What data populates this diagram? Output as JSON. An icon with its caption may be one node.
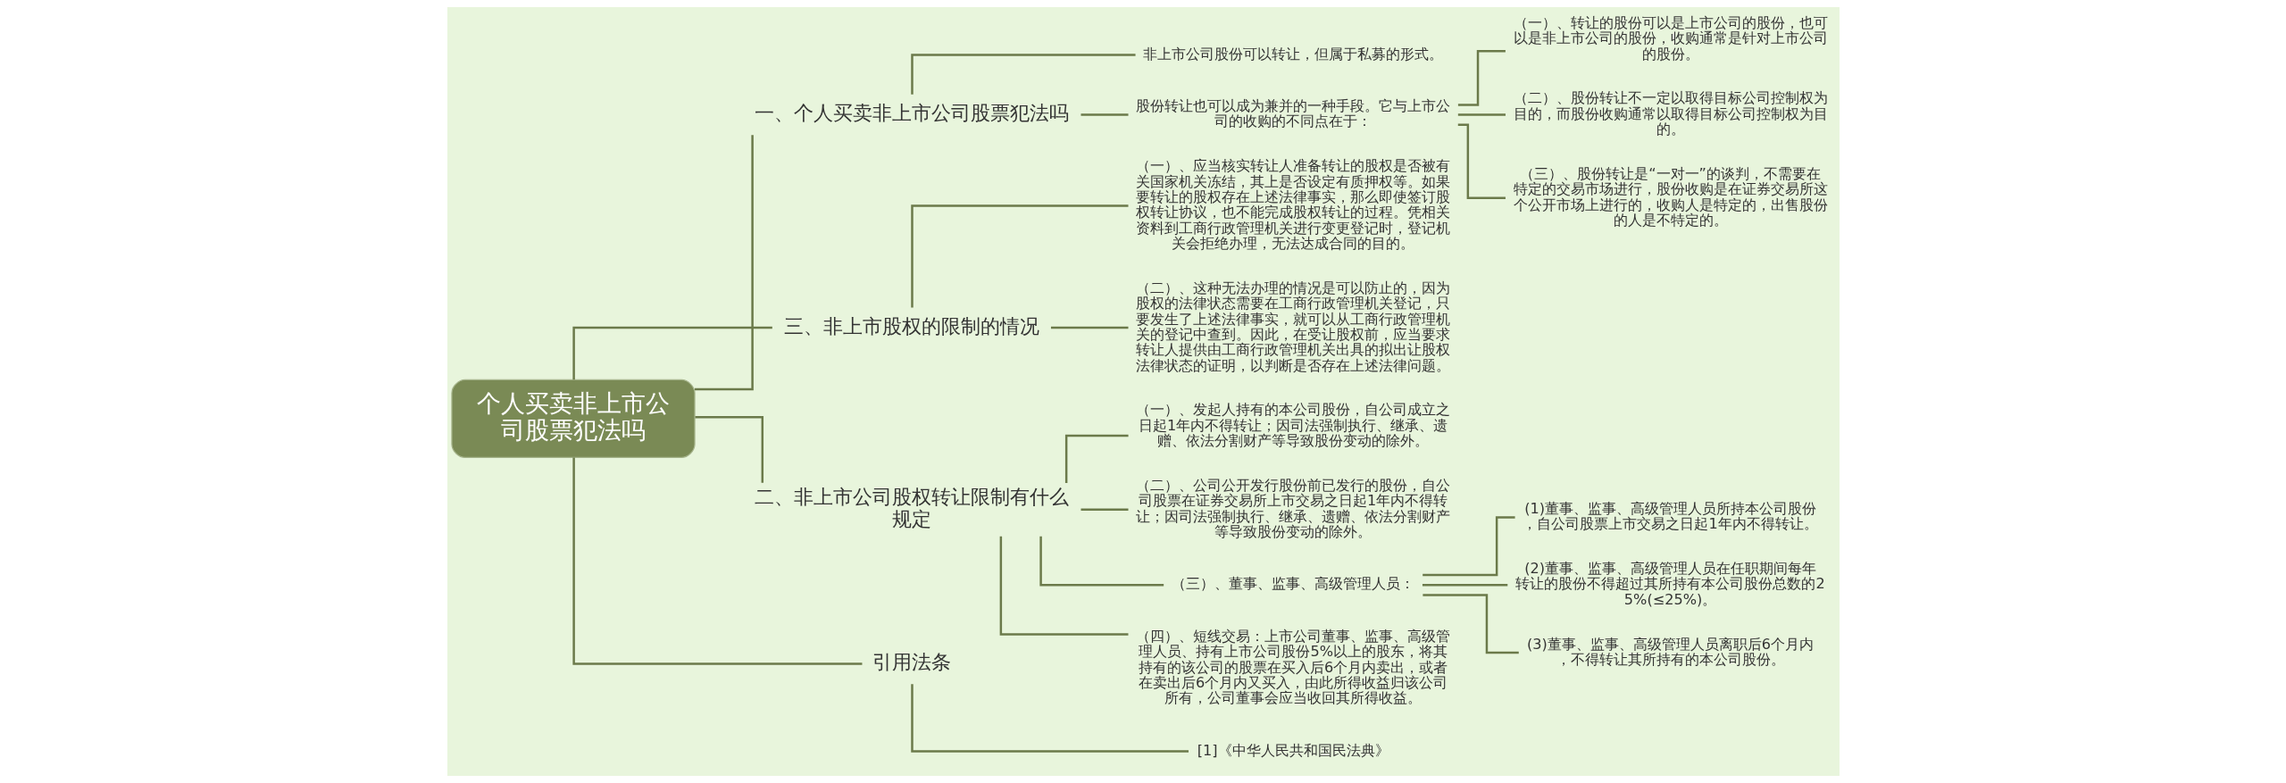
{
  "diagram": {
    "nodes": [
      {
        "text": [
          "个人买卖非上市公司股票犯法吗"
        ]
      },
      {
        "text": [
          "一、个人买卖非上市公司股票犯法吗"
        ]
      },
      {
        "text": [
          "非上市公司股份可以转让，但属于私募的形式。"
        ]
      },
      {
        "text": [
          "股份转让也可以成为兼并的一种手段。它与上市公司的收购的不同点在于："
        ]
      },
      {
        "text": [
          "（一）、转让的股份可以是上市公司的股份，也可以是非上市公司的股份，收购通常是针对上市公司的股份。"
        ]
      },
      {
        "text": [
          "（二）、股份转让不一定以取得目标公司控制权为目的，而股份收购通常以取得目标公司控制权为目的。"
        ]
      },
      {
        "text": [
          "（三）、股份转让是“一对一”的谈判，不需要在特定的交易市场进行，股份收购是在证券交易所这个公开市场上进行的，收购人是特定的，出售股份的人是不特定的。"
        ]
      },
      {
        "text": [
          "三、非上市股权的限制的情况"
        ]
      },
      {
        "text": [
          "（一）、应当核实转让人准备转让的股权是否被有关国家机关冻结，其上是否设定有质押权等。如果要转让的股权存在上述法律事实，那么即使签订股权转让协议，也不能完成股权转让的过程。凭相关资料到工商行政管理机关进行变更登记时，登记机关会拒绝办理，无法达成合同的目的。"
        ]
      },
      {
        "text": [
          "（二）、这种无法办理的情况是可以防止的，因为股权的法律状态需要在工商行政管理机关登记，只要发生了上述法律事实，就可以从工商行政管理机关的登记中查到。因此，在受让股权前，应当要求转让人提供由工商行政管理机关出具的拟出让股权法律状态的证明，以判断是否存在上述法律问题。"
        ]
      },
      {
        "text": [
          "二、非上市公司股权转让限制有什么规定"
        ]
      },
      {
        "text": [
          "（一）、发起人持有的本公司股份，自公司成立之日起1年内不得转让；因司法强制执行、继承、遗赠、依法分割财产等导致股份变动的除外。"
        ]
      },
      {
        "text": [
          "（二）、公司公开发行股份前已发行的股份，自公司股票在证券交易所上市交易之日起1年内不得转让；因司法强制执行、继承、遗赠、依法分割财产等导致股份变动的除外。"
        ]
      },
      {
        "text": [
          "（三）、董事、监事、高级管理人员："
        ]
      },
      {
        "text": [
          "(1)董事、监事、高级管理人员所持本公司股份，自公司股票上市交易之日起1年内不得转让。"
        ]
      },
      {
        "text": [
          "(2)董事、监事、高级管理人员在任职期间每年转让的股份不得超过其所持有本公司股份总数的25%(≤25%)。"
        ]
      },
      {
        "text": [
          "(3)董事、监事、高级管理人员离职后6个月内，不得转让其所持有的本公司股份。"
        ]
      },
      {
        "text": [
          "（四）、短线交易：上市公司董事、监事、高级管理人员、持有上市公司股份5%以上的股东，将其持有的该公司的股票在买入后6个月内卖出，或者在卖出后6个月内又买入，由此所得收益归该公司所有，公司董事会应当收回其所得收益。"
        ]
      },
      {
        "text": [
          "引用法条"
        ]
      },
      {
        "text": [
          "[1]《中华人民共和国民法典》"
        ]
      }
    ],
    "edges": [
      {
        "from": 0,
        "to": 1,
        "arrow": "none"
      },
      {
        "from": 1,
        "to": 2,
        "arrow": "none"
      },
      {
        "from": 1,
        "to": 3,
        "arrow": "none"
      },
      {
        "from": 3,
        "to": 4,
        "arrow": "none"
      },
      {
        "from": 3,
        "to": 5,
        "arrow": "none"
      },
      {
        "from": 3,
        "to": 6,
        "arrow": "none"
      },
      {
        "from": 0,
        "to": 7,
        "arrow": "none"
      },
      {
        "from": 7,
        "to": 8,
        "arrow": "none"
      },
      {
        "from": 7,
        "to": 9,
        "arrow": "none"
      },
      {
        "from": 0,
        "to": 10,
        "arrow": "none"
      },
      {
        "from": 10,
        "to": 11,
        "arrow": "none"
      },
      {
        "from": 10,
        "to": 12,
        "arrow": "none"
      },
      {
        "from": 10,
        "to": 13,
        "arrow": "none"
      },
      {
        "from": 13,
        "to": 14,
        "arrow": "none"
      },
      {
        "from": 13,
        "to": 15,
        "arrow": "none"
      },
      {
        "from": 13,
        "to": 16,
        "arrow": "none"
      },
      {
        "from": 10,
        "to": 17,
        "arrow": "none"
      },
      {
        "from": 0,
        "to": 18,
        "arrow": "none"
      },
      {
        "from": 18,
        "to": 19,
        "arrow": "none"
      }
    ]
  }
}
